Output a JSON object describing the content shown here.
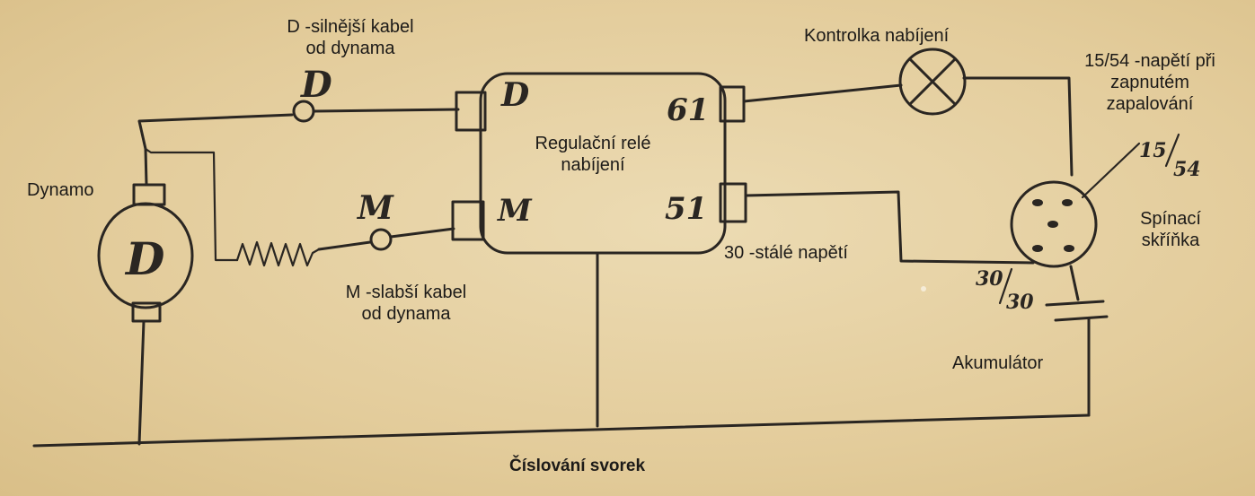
{
  "labels": {
    "d_cable_line1": "D -silnější kabel",
    "d_cable_line2": "od dynama",
    "kontrolka": "Kontrolka nabíjení",
    "napeti_1554_line1": "15/54 -napětí při",
    "napeti_1554_line2": "zapnutém",
    "napeti_1554_line3": "zapalování",
    "dynamo": "Dynamo",
    "rele_line1": "Regulační relé",
    "rele_line2": "nabíjení",
    "spinaci_line1": "Spínací",
    "spinaci_line2": "skříňka",
    "stale_napeti": "30 -stálé napětí",
    "m_cable_line1": "M -slabší kabel",
    "m_cable_line2": "od dynama",
    "akumulator": "Akumulátor",
    "title": "Číslování svorek"
  },
  "handwritten": {
    "dynamo_letter": "D",
    "wire_d": "D",
    "wire_m": "M",
    "relay_d": "D",
    "relay_m": "M",
    "relay_61": "61",
    "relay_51": "51",
    "switch_15": "15",
    "switch_54": "54",
    "switch_30a": "30",
    "switch_30b": "30"
  },
  "colors": {
    "paper": "#e7d3a6",
    "ink": "#2a2622"
  }
}
